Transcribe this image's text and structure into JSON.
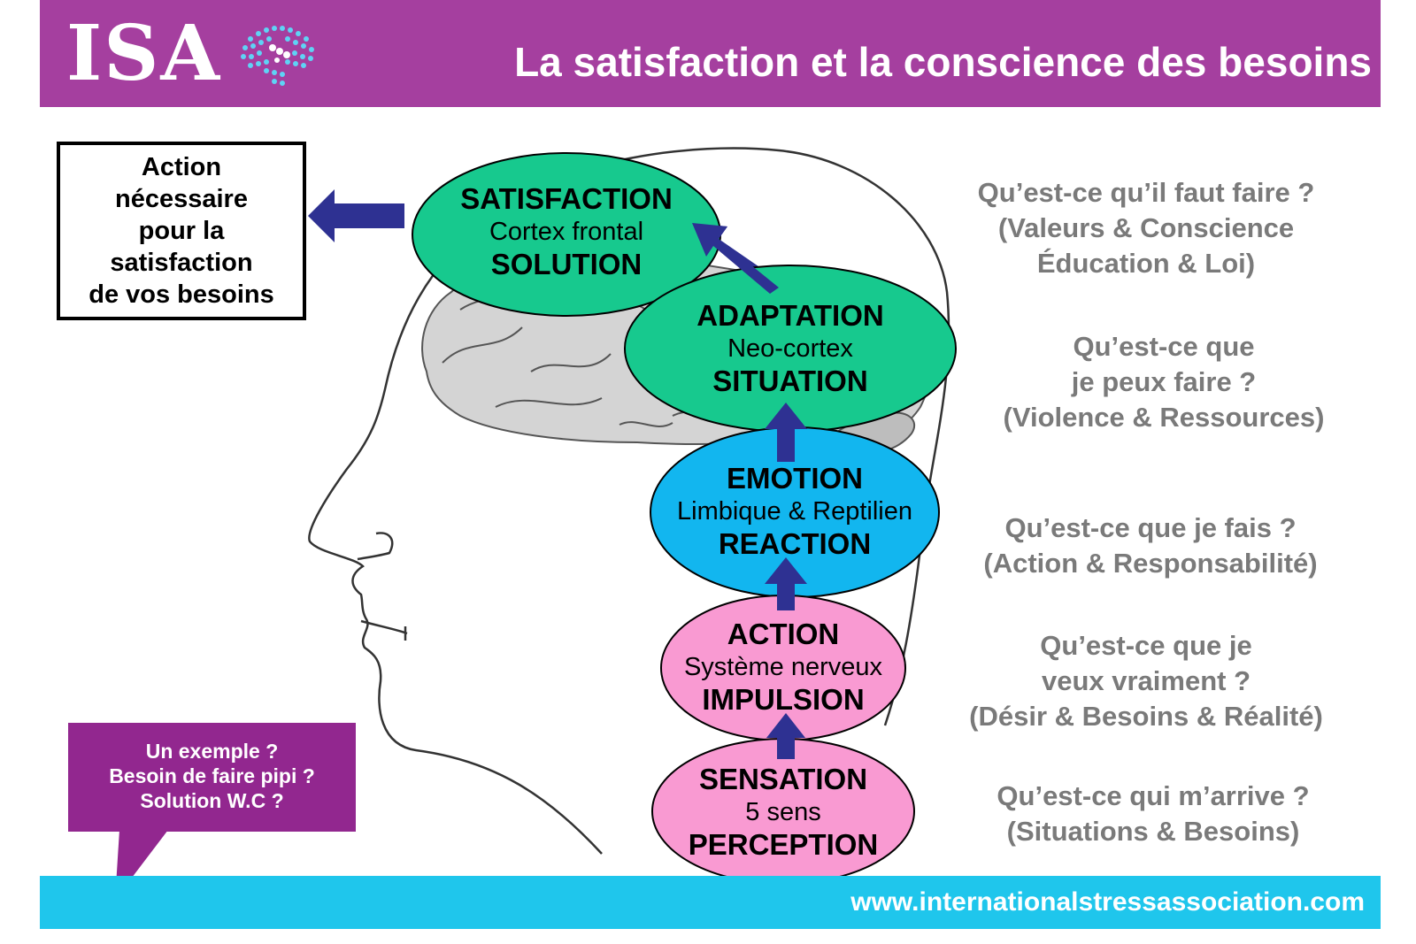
{
  "header": {
    "logo": "ISA",
    "title": "La satisfaction et la conscience des besoins"
  },
  "action_box": {
    "lines": [
      "Action",
      "nécessaire",
      "pour la",
      "satisfaction",
      "de vos besoins"
    ]
  },
  "levels": [
    {
      "title": "SATISFACTION",
      "sub": "Cortex frontal",
      "bottom": "SOLUTION",
      "color": "#17c98e"
    },
    {
      "title": "ADAPTATION",
      "sub": "Neo-cortex",
      "bottom": "SITUATION",
      "color": "#17c98e"
    },
    {
      "title": "EMOTION",
      "sub": "Limbique & Reptilien",
      "bottom": "REACTION",
      "color": "#12b6ef"
    },
    {
      "title": "ACTION",
      "sub": "Système nerveux",
      "bottom": "IMPULSION",
      "color": "#f99ad2"
    },
    {
      "title": "SENSATION",
      "sub": "5 sens",
      "bottom": "PERCEPTION",
      "color": "#f99ad2"
    }
  ],
  "questions": [
    {
      "lines": [
        "Qu’est-ce qu’il faut faire  ?",
        "(Valeurs & Conscience",
        "Éducation & Loi)"
      ]
    },
    {
      "lines": [
        "Qu’est-ce que",
        "je peux faire ?",
        "(Violence & Ressources)"
      ]
    },
    {
      "lines": [
        "Qu’est-ce que je fais ?",
        "(Action & Responsabilité)"
      ]
    },
    {
      "lines": [
        "Qu’est-ce que je",
        "veux vraiment ?",
        "(Désir & Besoins & Réalité)"
      ]
    },
    {
      "lines": [
        "Qu’est-ce qui m’arrive  ?",
        "(Situations & Besoins)"
      ]
    }
  ],
  "example_bubble": {
    "lines": [
      "Un exemple ?",
      "Besoin de faire pipi ?",
      "Solution W.C ?"
    ]
  },
  "footer": {
    "url": "www.internationalstressassociation.com"
  },
  "colors": {
    "header": "#a53f9f",
    "footer": "#1fc6ec",
    "bubble": "#92278f",
    "arrow": "#2e3192",
    "question_text": "#7a7a7a"
  }
}
